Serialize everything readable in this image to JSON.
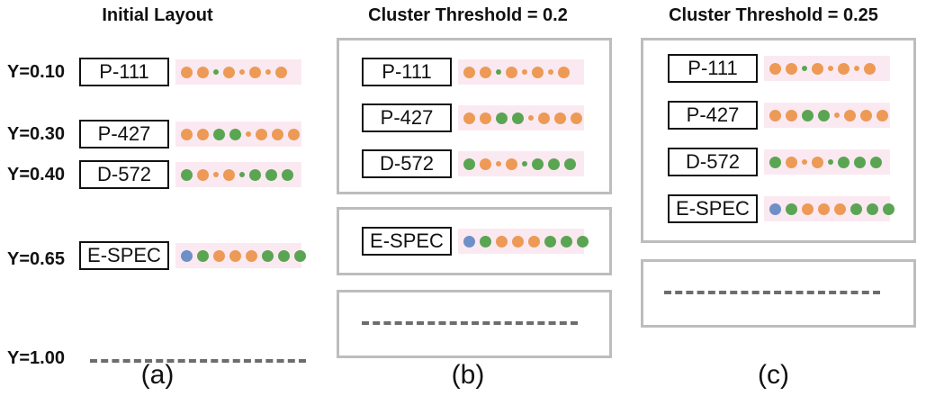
{
  "colors": {
    "orange": "#ec9a55",
    "green": "#5aa552",
    "blue": "#6f8fc7",
    "strip": "#fbe9f1",
    "box_border": "#bdbdbd",
    "dash": "#6d6d6d"
  },
  "panels": {
    "a": {
      "title": "Initial Layout",
      "caption": "(a)",
      "y_labels": [
        "Y=0.10",
        "Y=0.30",
        "Y=0.40",
        "Y=0.65",
        "Y=1.00"
      ]
    },
    "b": {
      "title": "Cluster Threshold = 0.2",
      "caption": "(b)"
    },
    "c": {
      "title": "Cluster Threshold = 0.25",
      "caption": "(c)"
    }
  },
  "items": {
    "p111": {
      "label": "P-111",
      "dots": [
        "orange-big",
        "orange-big",
        "green-small",
        "orange-big",
        "orange-small",
        "orange-big",
        "orange-small",
        "orange-big"
      ]
    },
    "p427": {
      "label": "P-427",
      "dots": [
        "orange-big",
        "orange-big",
        "green-big",
        "green-big",
        "orange-small",
        "orange-big",
        "orange-big",
        "orange-big"
      ]
    },
    "d572": {
      "label": "D-572",
      "dots": [
        "green-big",
        "orange-big",
        "orange-small",
        "orange-big",
        "green-small",
        "green-big",
        "green-big",
        "green-big"
      ]
    },
    "espec": {
      "label": "E-SPEC",
      "dots": [
        "blue-big",
        "green-big",
        "orange-big",
        "orange-big",
        "orange-big",
        "green-big",
        "green-big",
        "green-big"
      ]
    }
  }
}
